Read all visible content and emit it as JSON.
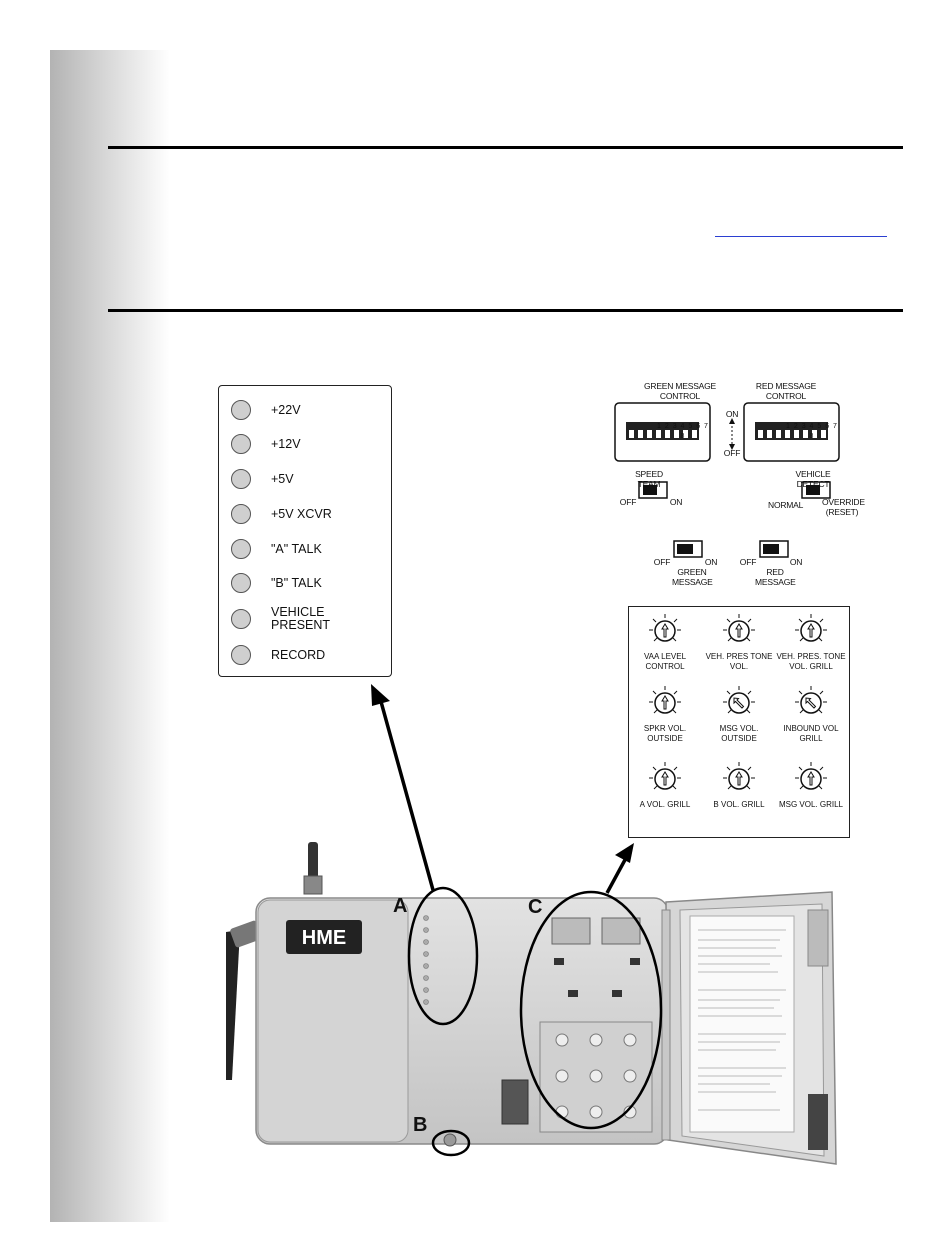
{
  "led_panel": {
    "leds": [
      {
        "label": "+22V"
      },
      {
        "label": "+12V"
      },
      {
        "label": "+5V"
      },
      {
        "label": "+5V XCVR"
      },
      {
        "label": "\"A\" TALK"
      },
      {
        "label": "\"B\" TALK"
      },
      {
        "label": "VEHICLE PRESENT"
      },
      {
        "label": "RECORD"
      }
    ]
  },
  "switch_panel": {
    "green_message_control": "GREEN MESSAGE CONTROL",
    "red_message_control": "RED MESSAGE CONTROL",
    "dip_numbers": "1 2 3 4 5 6 7 8",
    "on": "ON",
    "off": "OFF",
    "speed_team": "SPEED TEAM",
    "vehicle_detect": "VEHICLE DETECT",
    "normal": "NORMAL",
    "override": "OVERRIDE (RESET)",
    "green_message": "GREEN MESSAGE",
    "red_message": "RED MESSAGE"
  },
  "knob_panel": {
    "knobs": [
      {
        "label": "VAA LEVEL CONTROL"
      },
      {
        "label": "VEH. PRES TONE VOL."
      },
      {
        "label": "VEH. PRES. TONE VOL. GRILL"
      },
      {
        "label": "SPKR VOL. OUTSIDE"
      },
      {
        "label": "MSG VOL. OUTSIDE"
      },
      {
        "label": "INBOUND VOL GRILL"
      },
      {
        "label": "A VOL. GRILL"
      },
      {
        "label": "B VOL. GRILL"
      },
      {
        "label": "MSG VOL. GRILL"
      }
    ]
  },
  "device": {
    "brand": "HME",
    "callout_a": "A",
    "callout_b": "B",
    "callout_c": "C"
  }
}
